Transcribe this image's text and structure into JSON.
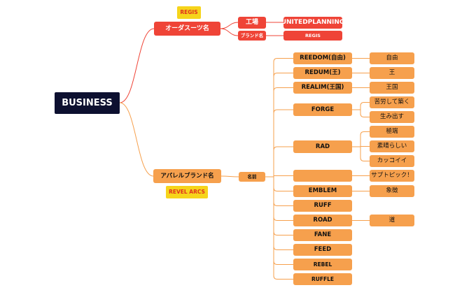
{
  "root": "BUSINESS",
  "tags": {
    "regis": "REGIS",
    "revel": "REVEL ARCS"
  },
  "red_branch": {
    "label": "オーダスーツ名",
    "factory": "工場",
    "factory_value": "UNITEDPLANNING",
    "brand": "ブランド名",
    "brand_value": "REGIS"
  },
  "orange_branch": {
    "label": "アパレルブランド名",
    "hub": "名前",
    "names": [
      {
        "label": "REEDOM(自由)",
        "meanings": [
          "自由"
        ]
      },
      {
        "label": "REDUM(王)",
        "meanings": [
          "王"
        ]
      },
      {
        "label": "REALIM(王国)",
        "meanings": [
          "王国"
        ]
      },
      {
        "label": "FORGE",
        "meanings": [
          "苦労して築く",
          "生み出す"
        ]
      },
      {
        "label": "RAD",
        "meanings": [
          "極端",
          "素晴らしい",
          "カッコイイ"
        ]
      },
      {
        "label": "",
        "meanings": [
          "サプトピック！"
        ]
      },
      {
        "label": "EMBLEM",
        "meanings": [
          "象徴"
        ]
      },
      {
        "label": "RUFF",
        "meanings": []
      },
      {
        "label": "ROAD",
        "meanings": [
          "道"
        ]
      },
      {
        "label": "FANE",
        "meanings": []
      },
      {
        "label": "FEED",
        "meanings": []
      },
      {
        "label": "REBEL",
        "meanings": []
      },
      {
        "label": "RUFFLE",
        "meanings": []
      }
    ]
  },
  "colors": {
    "root_bg": "#0d1030",
    "red": "#ef4437",
    "orange": "#f6a04d",
    "tag_bg": "#f6d41b",
    "tag_text": "#e0311f"
  }
}
